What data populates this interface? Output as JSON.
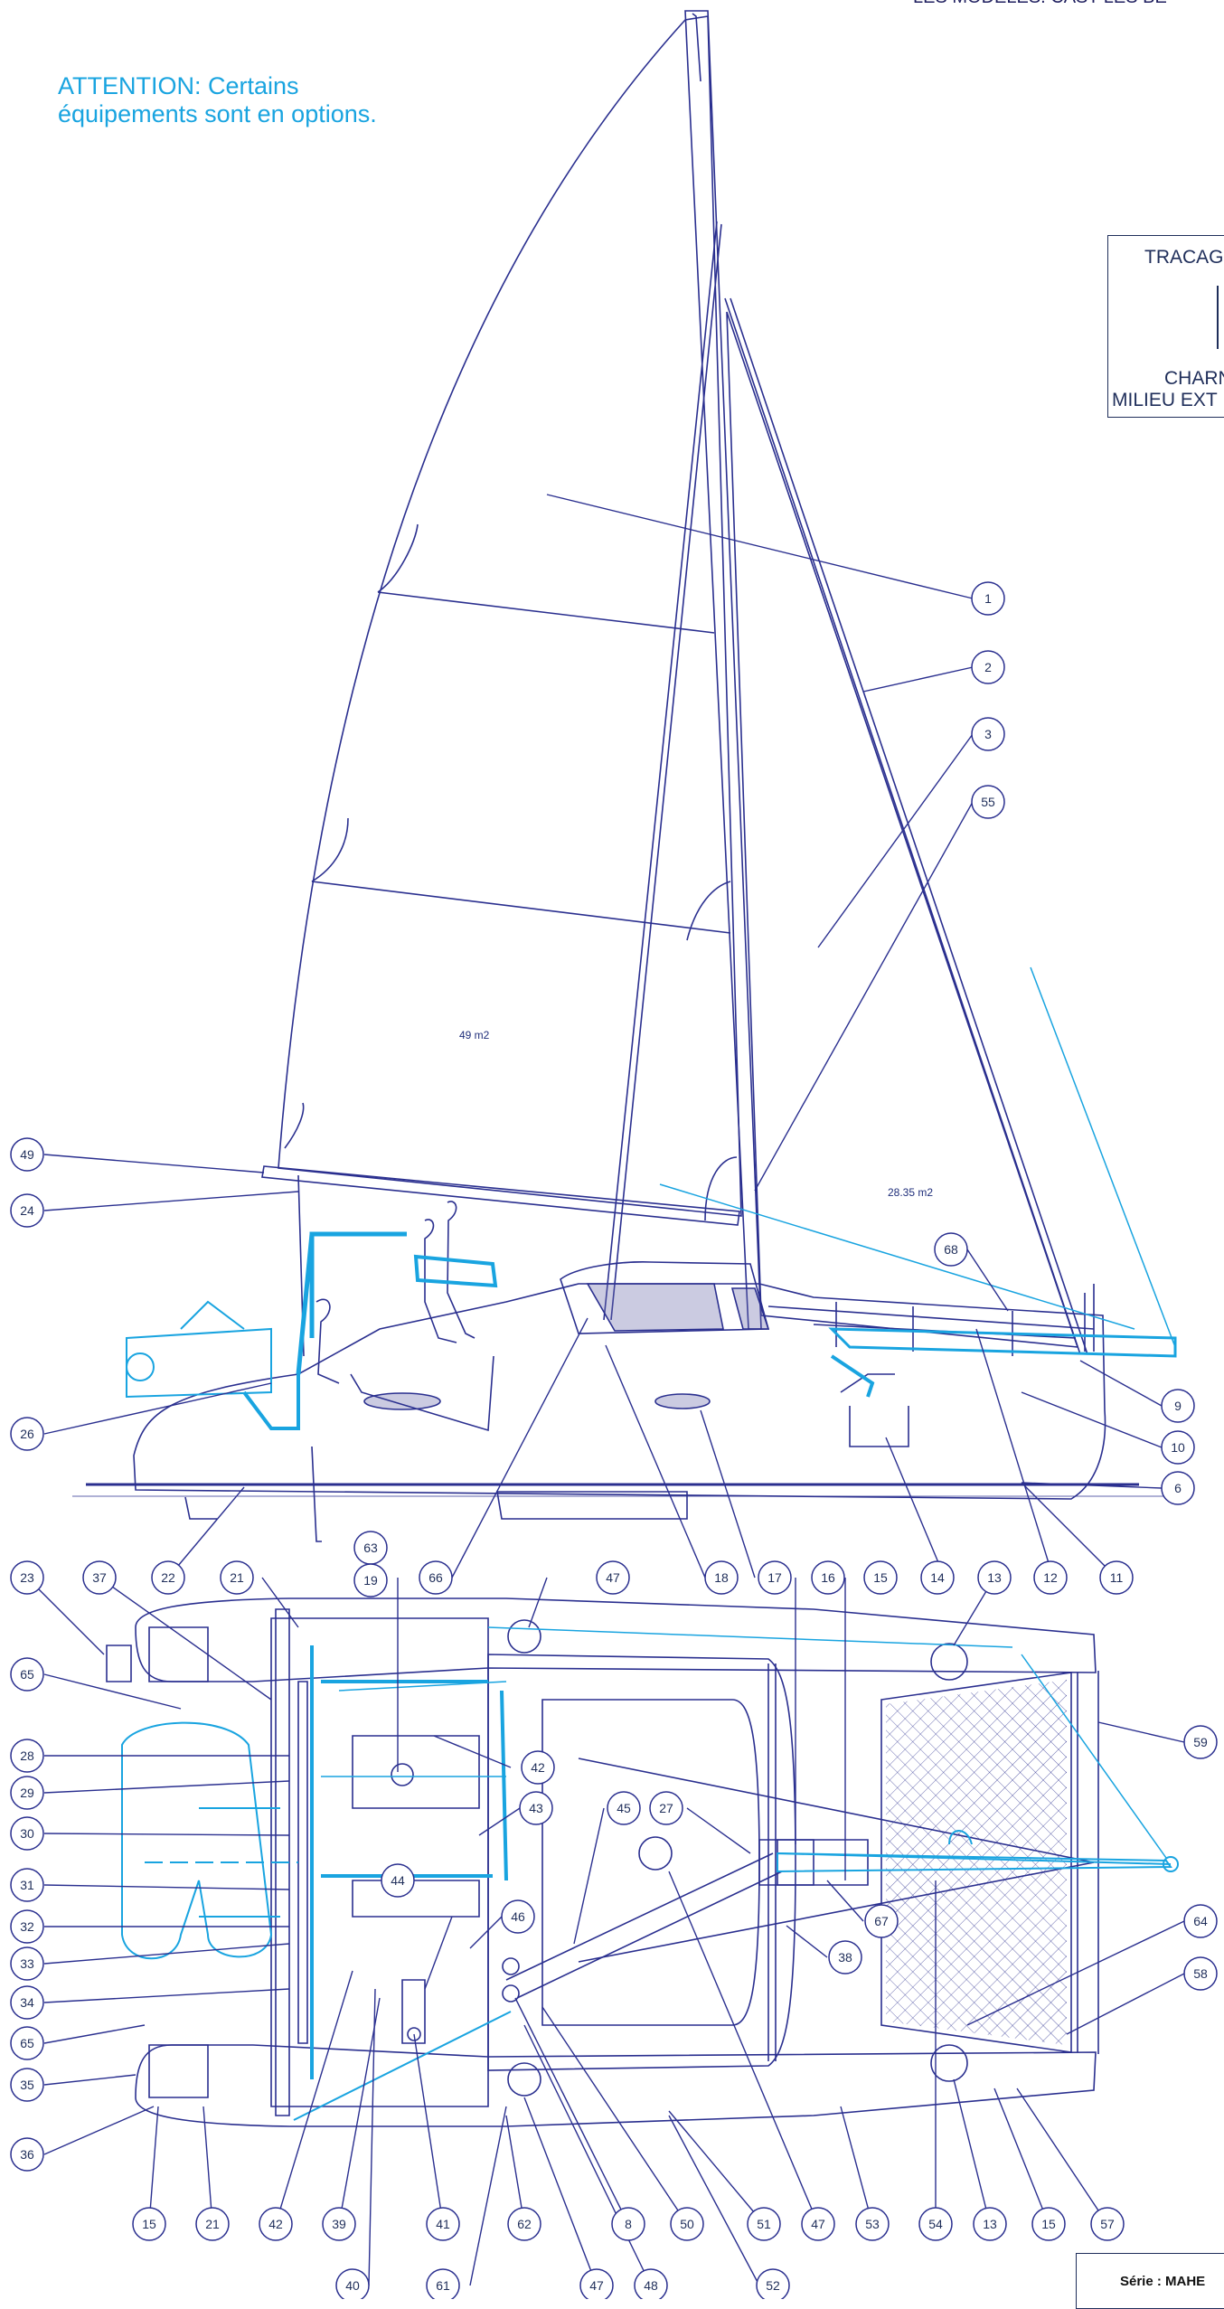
{
  "attention": {
    "line1": "ATTENTION: Certains",
    "line2": "équipements sont en options."
  },
  "top_cut_text": "LES MODELES. CAST   LES BE",
  "tracage_box": {
    "title": "TRACAG",
    "line2": "CHARN",
    "line3": "MILIEU EXT"
  },
  "serie_label": "Série : MAHE",
  "sail_areas": {
    "mainsail": "49 m2",
    "genoa": "28.35 m2"
  },
  "callouts": [
    {
      "id": "c1",
      "label": "1"
    },
    {
      "id": "c2",
      "label": "2"
    },
    {
      "id": "c3",
      "label": "3"
    },
    {
      "id": "c55",
      "label": "55"
    },
    {
      "id": "c49",
      "label": "49"
    },
    {
      "id": "c24",
      "label": "24"
    },
    {
      "id": "c68",
      "label": "68"
    },
    {
      "id": "c9",
      "label": "9"
    },
    {
      "id": "c10",
      "label": "10"
    },
    {
      "id": "c26",
      "label": "26"
    },
    {
      "id": "c6",
      "label": "6"
    },
    {
      "id": "c23",
      "label": "23"
    },
    {
      "id": "c37",
      "label": "37"
    },
    {
      "id": "c22",
      "label": "22"
    },
    {
      "id": "c21a",
      "label": "21"
    },
    {
      "id": "c63",
      "label": "63"
    },
    {
      "id": "c19",
      "label": "19"
    },
    {
      "id": "c66",
      "label": "66"
    },
    {
      "id": "c47a",
      "label": "47"
    },
    {
      "id": "c18",
      "label": "18"
    },
    {
      "id": "c17",
      "label": "17"
    },
    {
      "id": "c16",
      "label": "16"
    },
    {
      "id": "c15a",
      "label": "15"
    },
    {
      "id": "c14",
      "label": "14"
    },
    {
      "id": "c13a",
      "label": "13"
    },
    {
      "id": "c12",
      "label": "12"
    },
    {
      "id": "c11",
      "label": "11"
    },
    {
      "id": "c65a",
      "label": "65"
    },
    {
      "id": "c59",
      "label": "59"
    },
    {
      "id": "c28",
      "label": "28"
    },
    {
      "id": "c29",
      "label": "29"
    },
    {
      "id": "c30",
      "label": "30"
    },
    {
      "id": "c31",
      "label": "31"
    },
    {
      "id": "c32",
      "label": "32"
    },
    {
      "id": "c33",
      "label": "33"
    },
    {
      "id": "c34",
      "label": "34"
    },
    {
      "id": "c65b",
      "label": "65"
    },
    {
      "id": "c35",
      "label": "35"
    },
    {
      "id": "c36",
      "label": "36"
    },
    {
      "id": "c42a",
      "label": "42"
    },
    {
      "id": "c43",
      "label": "43"
    },
    {
      "id": "c45",
      "label": "45"
    },
    {
      "id": "c27",
      "label": "27"
    },
    {
      "id": "c44",
      "label": "44"
    },
    {
      "id": "c46",
      "label": "46"
    },
    {
      "id": "c67",
      "label": "67"
    },
    {
      "id": "c38",
      "label": "38"
    },
    {
      "id": "c64",
      "label": "64"
    },
    {
      "id": "c58",
      "label": "58"
    },
    {
      "id": "c15b",
      "label": "15"
    },
    {
      "id": "c21b",
      "label": "21"
    },
    {
      "id": "c42b",
      "label": "42"
    },
    {
      "id": "c39",
      "label": "39"
    },
    {
      "id": "c41",
      "label": "41"
    },
    {
      "id": "c62",
      "label": "62"
    },
    {
      "id": "c8",
      "label": "8"
    },
    {
      "id": "c50",
      "label": "50"
    },
    {
      "id": "c51",
      "label": "51"
    },
    {
      "id": "c47b",
      "label": "47"
    },
    {
      "id": "c53",
      "label": "53"
    },
    {
      "id": "c54",
      "label": "54"
    },
    {
      "id": "c13b",
      "label": "13"
    },
    {
      "id": "c15c",
      "label": "15"
    },
    {
      "id": "c57",
      "label": "57"
    },
    {
      "id": "c40",
      "label": "40"
    },
    {
      "id": "c61",
      "label": "61"
    },
    {
      "id": "c47c",
      "label": "47"
    },
    {
      "id": "c48",
      "label": "48"
    },
    {
      "id": "c52",
      "label": "52"
    }
  ],
  "colors": {
    "line": "#2a2f8f",
    "cyan": "#19a4e0",
    "text": "#1f2e5a"
  }
}
